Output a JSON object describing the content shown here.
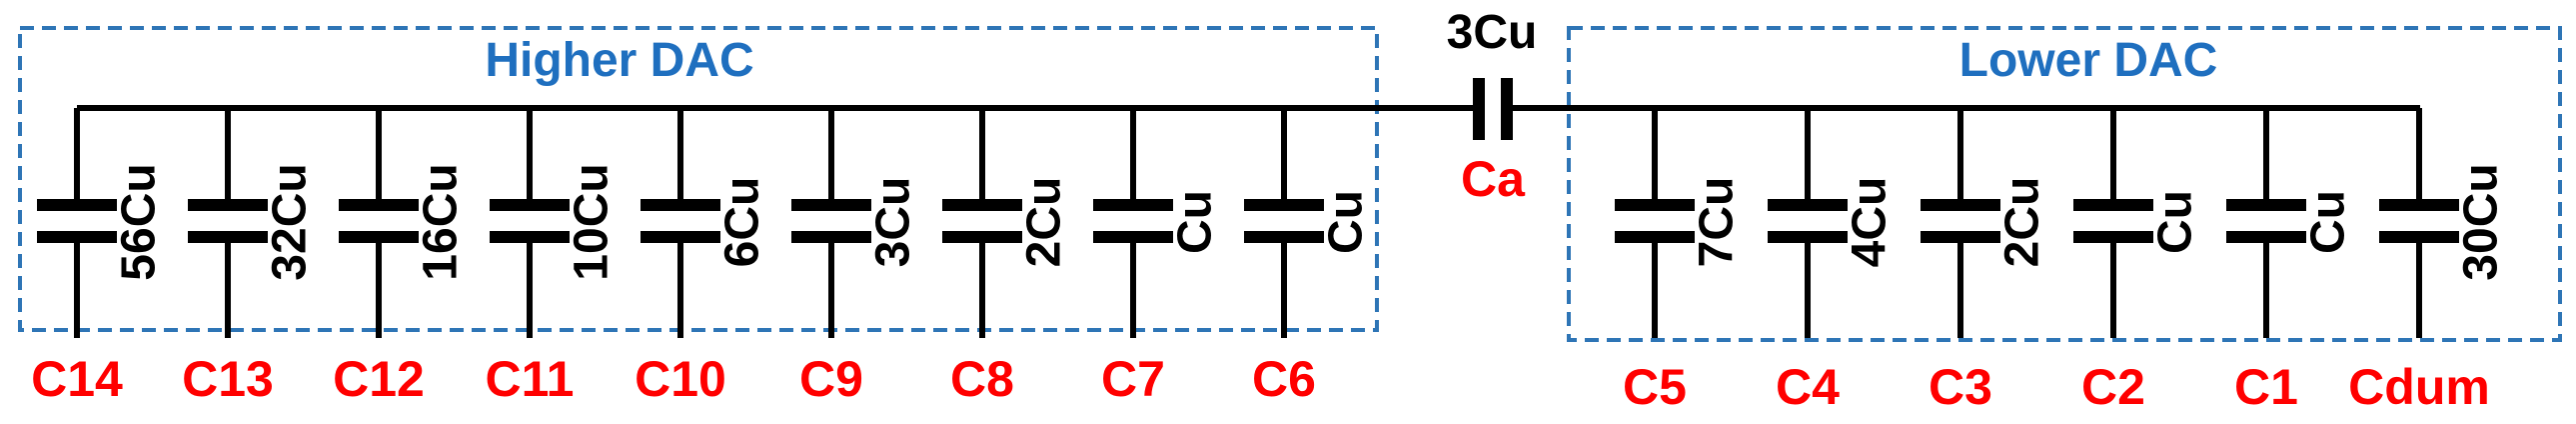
{
  "higher_dac": {
    "title": "Higher DAC",
    "capacitors": [
      {
        "value": "56Cu",
        "node": "C14"
      },
      {
        "value": "32Cu",
        "node": "C13"
      },
      {
        "value": "16Cu",
        "node": "C12"
      },
      {
        "value": "10Cu",
        "node": "C11"
      },
      {
        "value": "6Cu",
        "node": "C10"
      },
      {
        "value": "3Cu",
        "node": "C9"
      },
      {
        "value": "2Cu",
        "node": "C8"
      },
      {
        "value": "Cu",
        "node": "C7"
      },
      {
        "value": "Cu",
        "node": "C6"
      }
    ]
  },
  "attenuation_cap": {
    "value": "3Cu",
    "name": "Ca"
  },
  "lower_dac": {
    "title": "Lower DAC",
    "capacitors": [
      {
        "value": "7Cu",
        "node": "C5"
      },
      {
        "value": "4Cu",
        "node": "C4"
      },
      {
        "value": "2Cu",
        "node": "C3"
      },
      {
        "value": "Cu",
        "node": "C2"
      },
      {
        "value": "Cu",
        "node": "C1"
      },
      {
        "value": "30Cu",
        "node": "Cdum"
      }
    ]
  },
  "colors": {
    "box": "#2e75b6",
    "title": "#1f6fbf",
    "node_label": "#ff0000",
    "wire": "#000000"
  }
}
